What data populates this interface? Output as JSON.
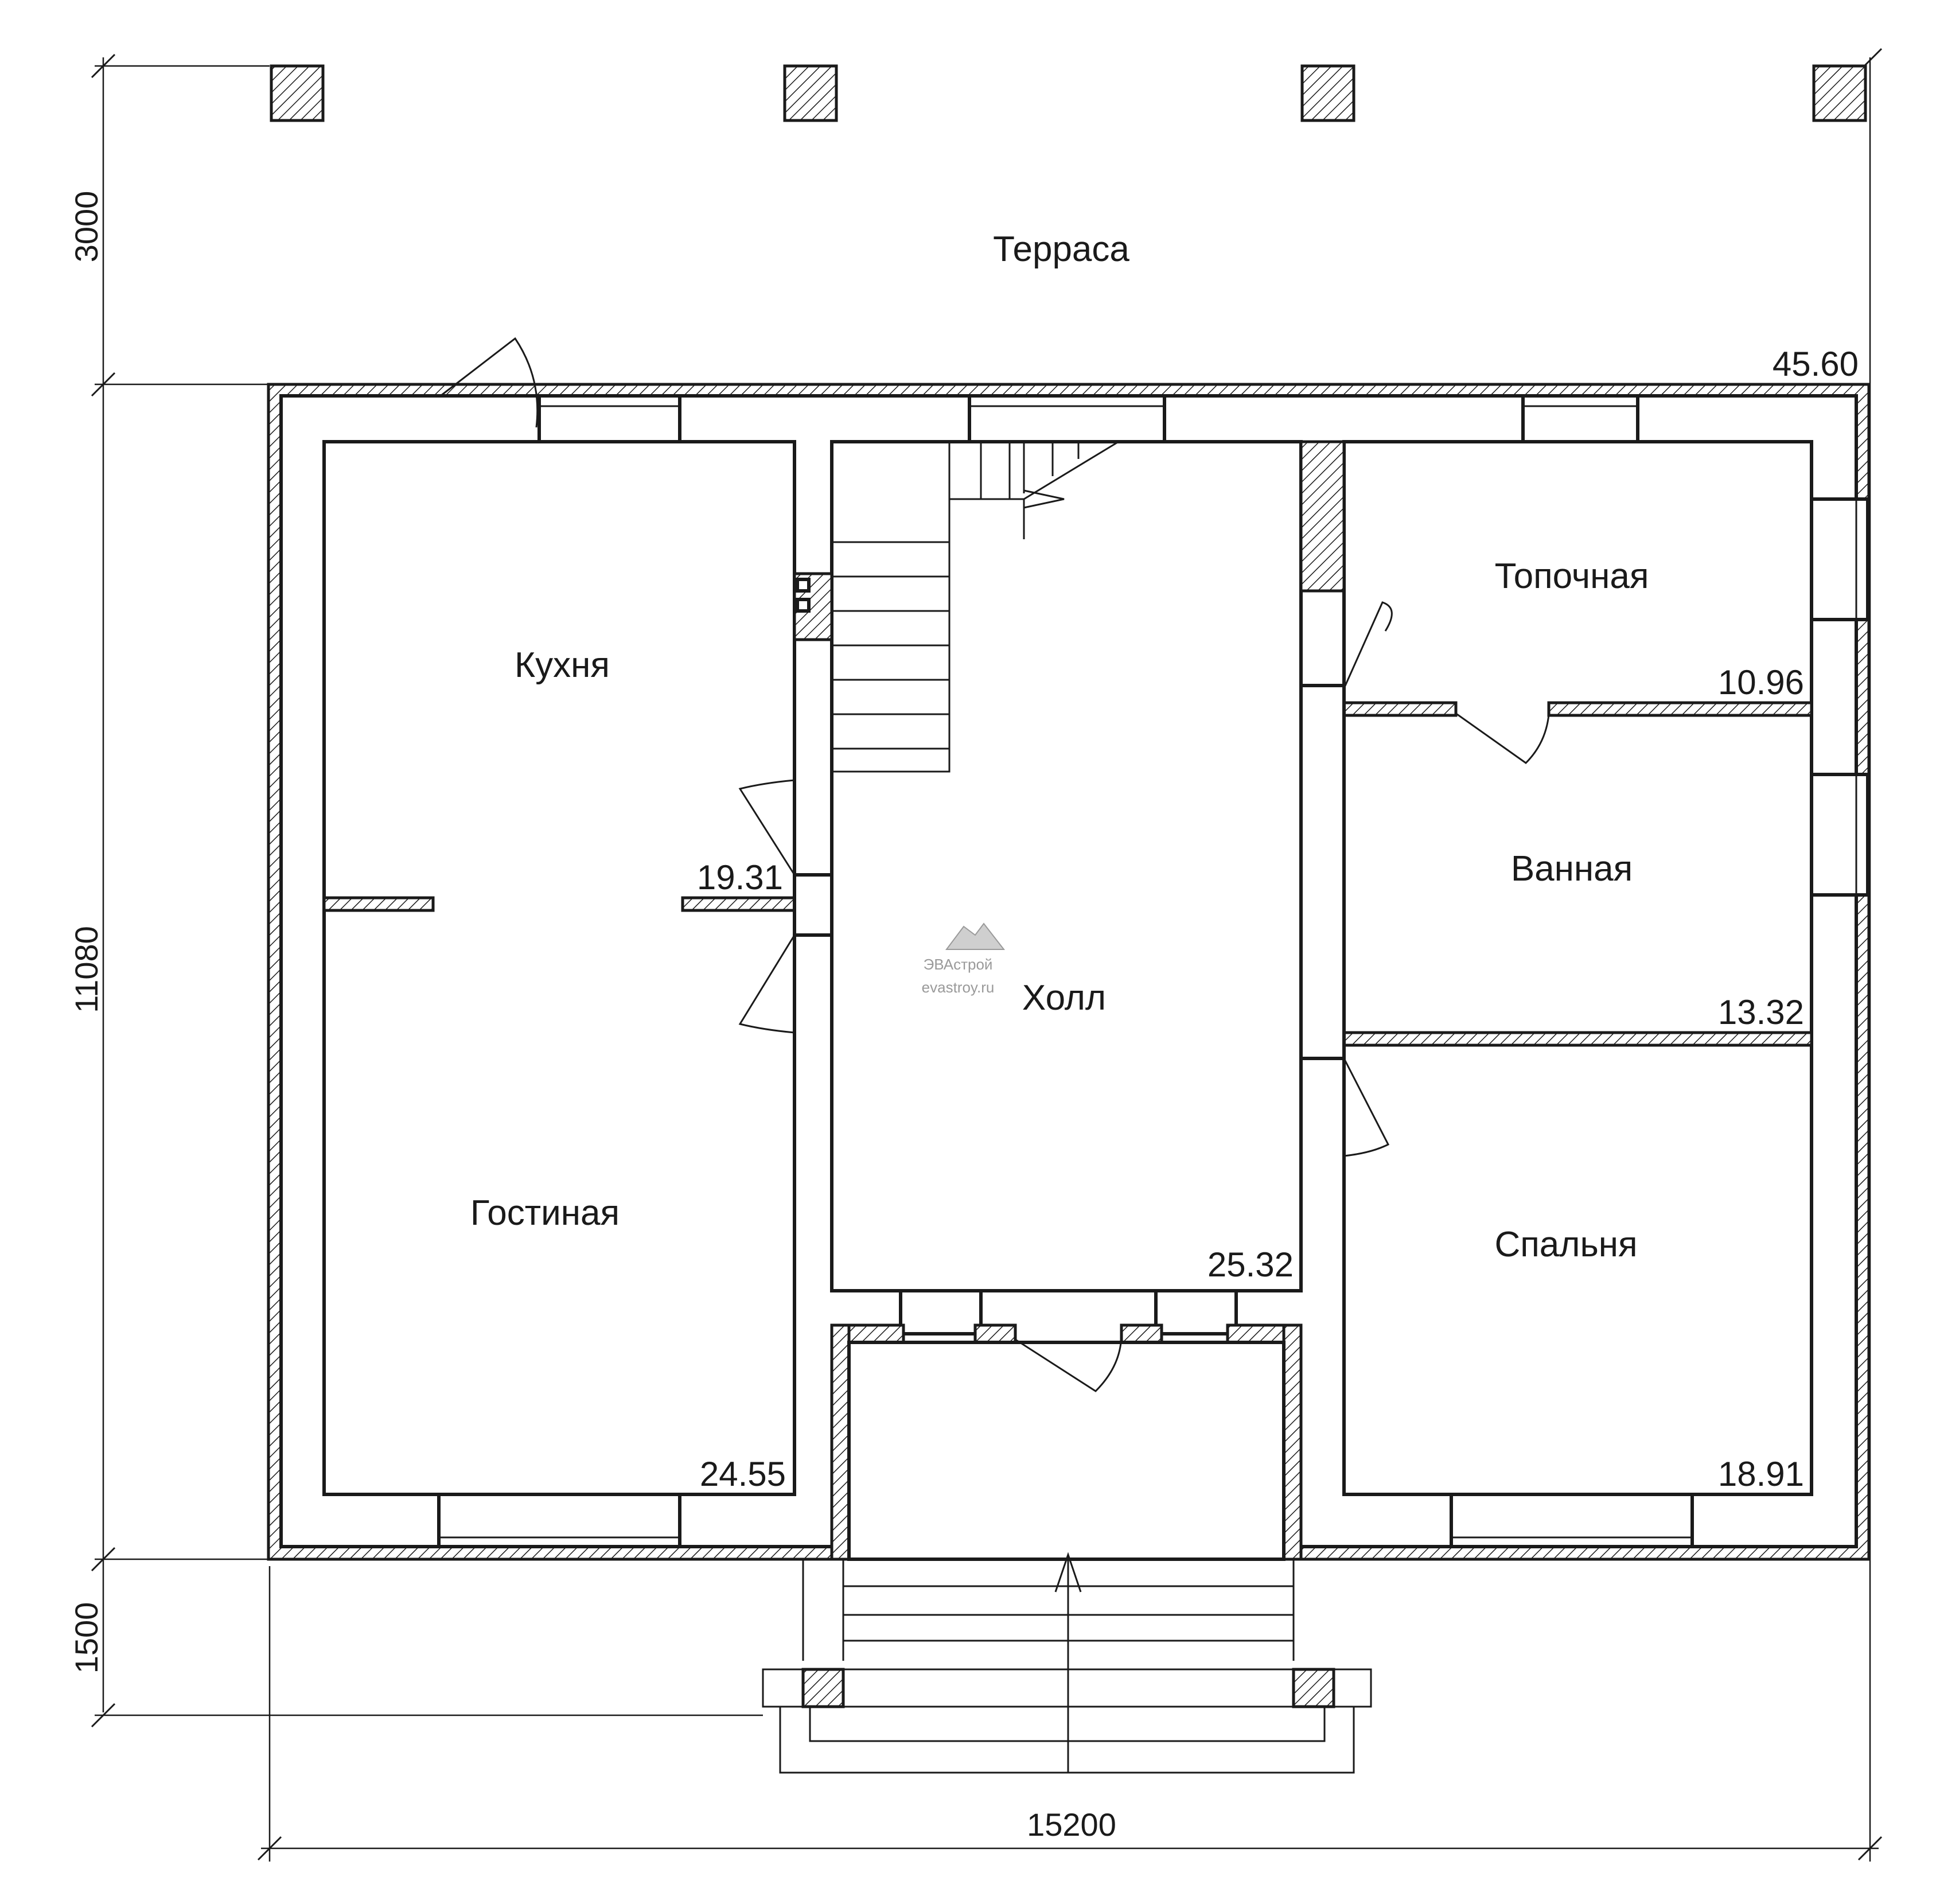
{
  "rooms": {
    "terrace": {
      "name": "Терраса"
    },
    "kitchen": {
      "name": "Кухня",
      "area": "19.31"
    },
    "living": {
      "name": "Гостиная",
      "area": "24.55"
    },
    "hall": {
      "name": "Холл",
      "area": "25.32"
    },
    "boiler": {
      "name": "Топочная",
      "area": "10.96"
    },
    "bathroom": {
      "name": "Ванная",
      "area": "13.32"
    },
    "bedroom": {
      "name": "Спальня",
      "area": "18.91"
    }
  },
  "total_area": "45.60",
  "dimensions": {
    "terrace_depth": "3000",
    "house_depth": "11080",
    "porch_depth": "1500",
    "total_width": "15200"
  },
  "watermark": {
    "brand": "ЭВАстрой",
    "site": "evastroy.ru"
  }
}
